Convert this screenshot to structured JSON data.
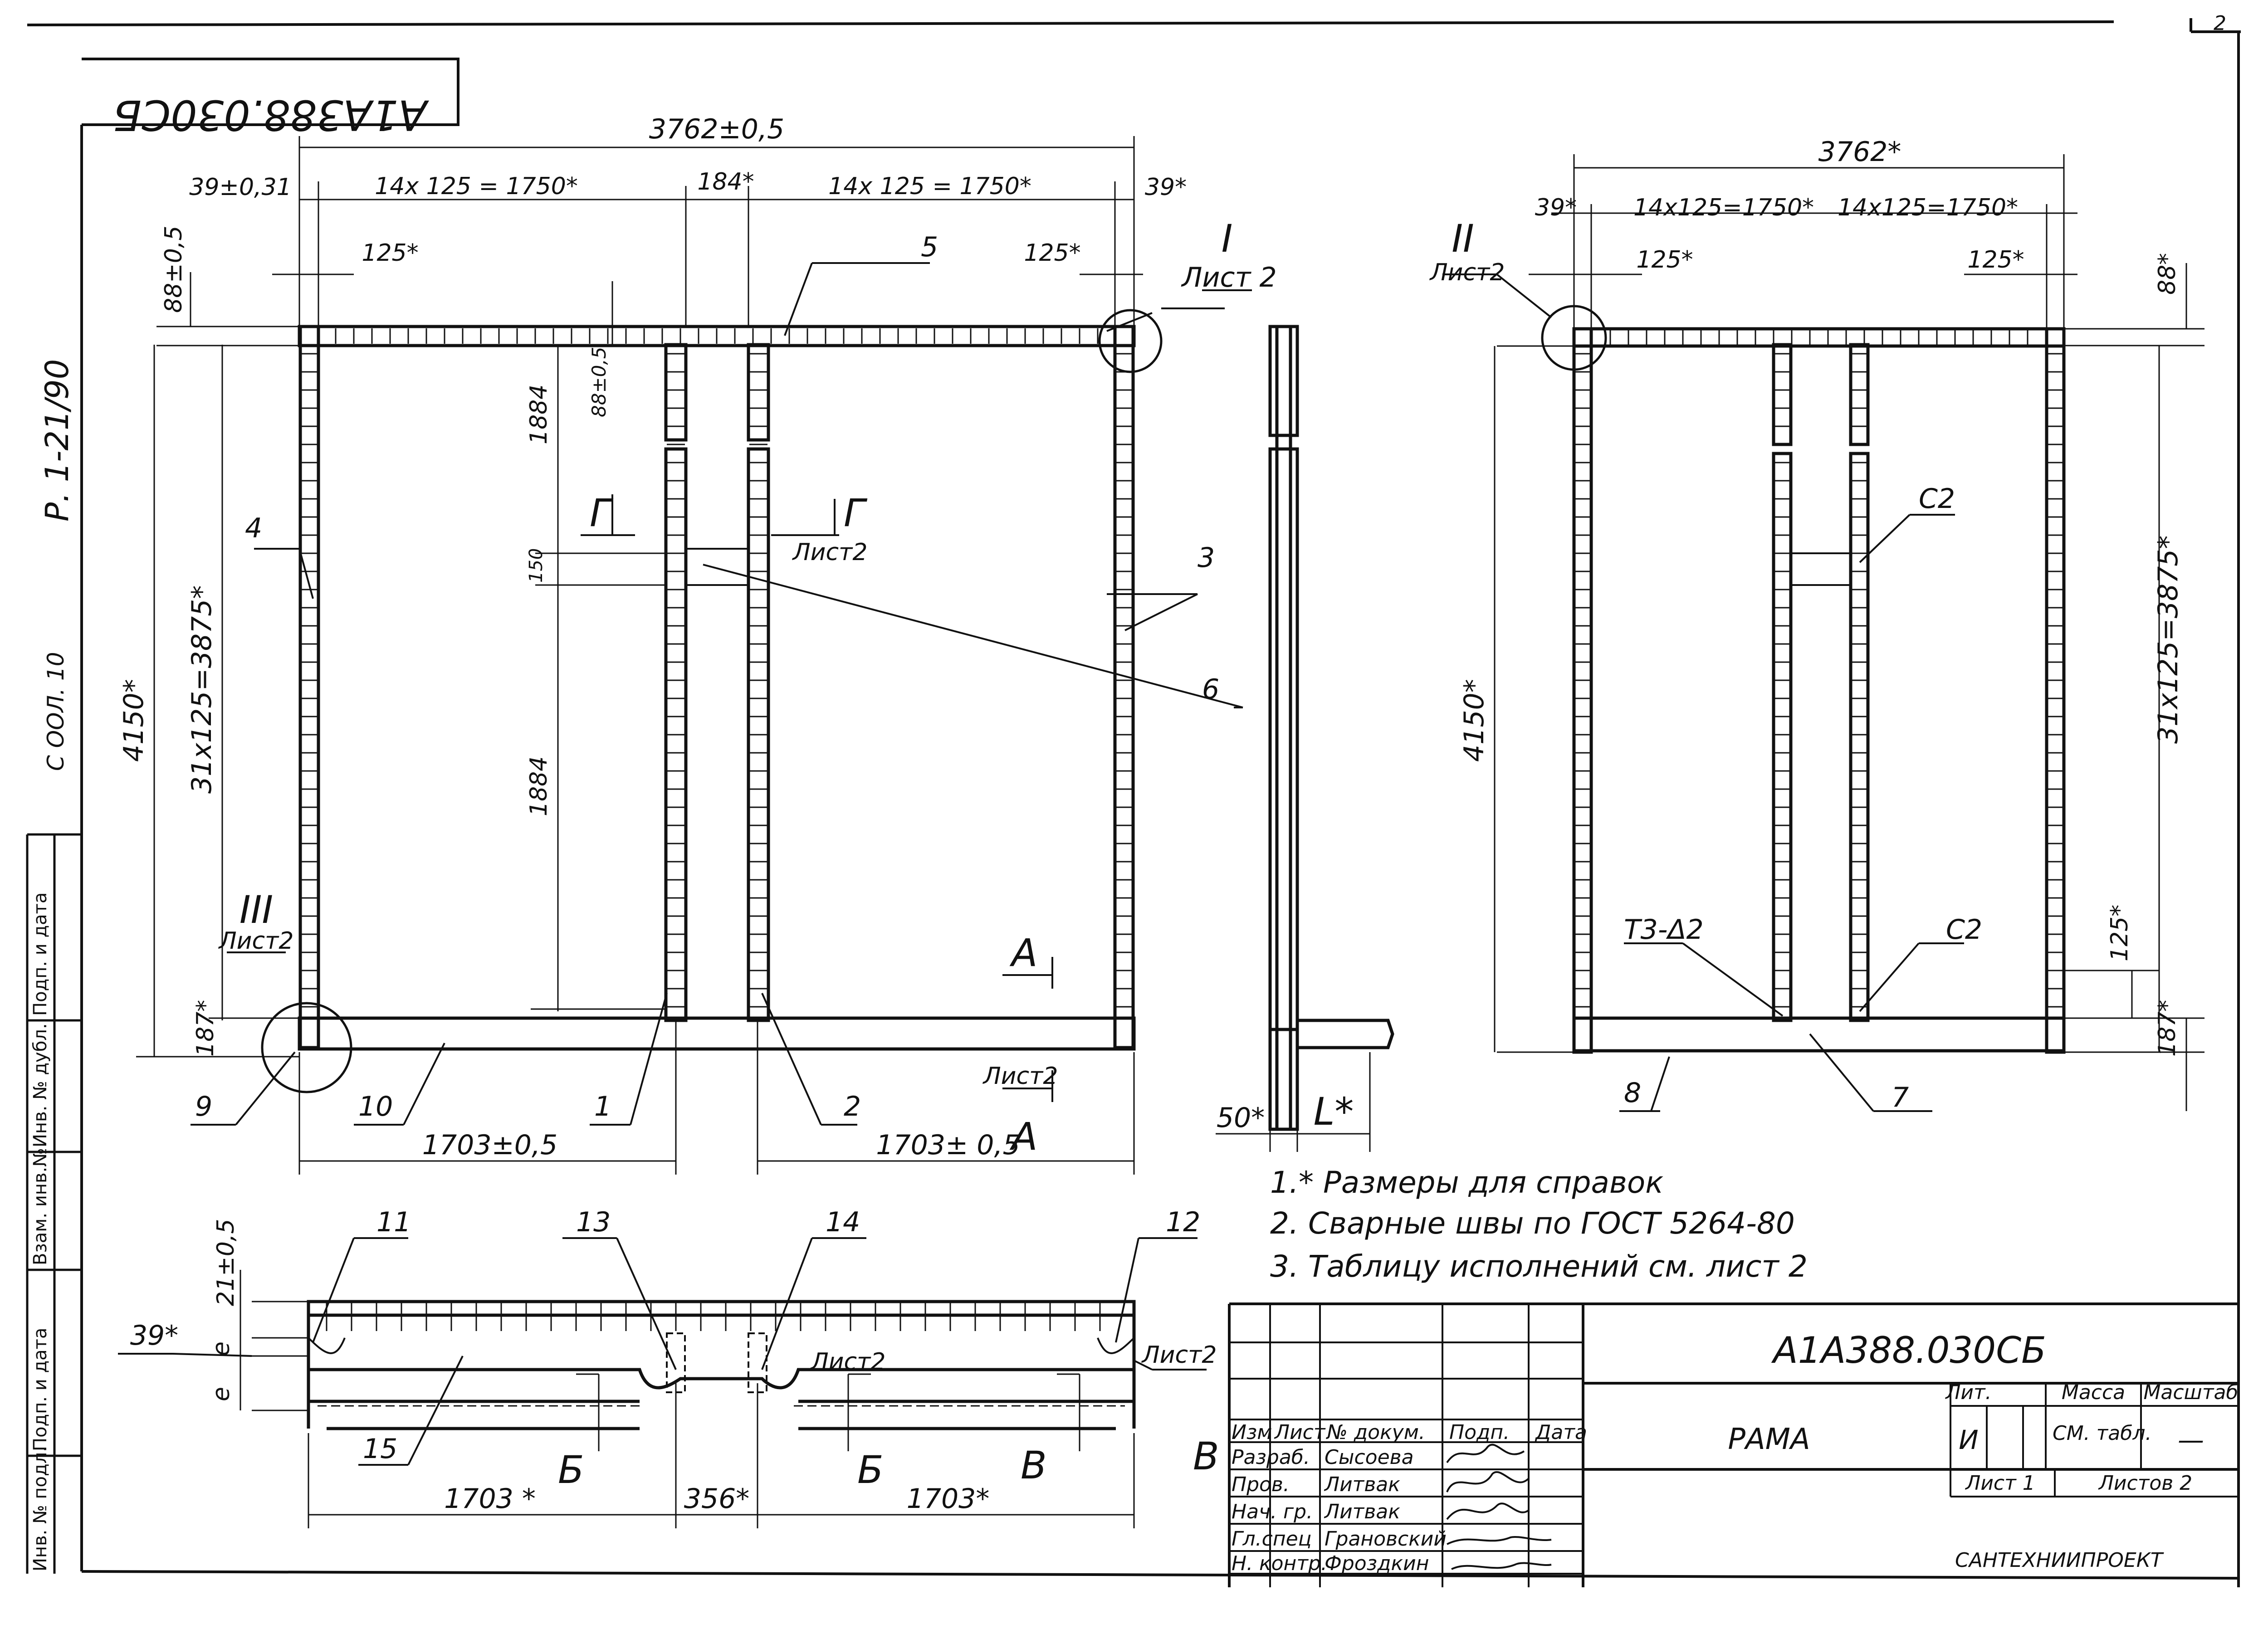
{
  "drawing": {
    "code": "А1А388.030СБ",
    "code_rotated": "А1А388.030СБ",
    "sheet_no": "2",
    "side_ref": "Р. 1-21/90",
    "side_fragment": "С ООЛ. 10"
  },
  "left_stamp_fields": [
    "Подп. и дата",
    "Инв. № дубл.",
    "Взам. инв.№",
    "Подп. и дата",
    "Инв. № подл."
  ],
  "front_view": {
    "dims": {
      "overall": "3762±0,5",
      "left_edge": "39±0,31",
      "left_span": "14х 125 = 1750*",
      "center": "184*",
      "right_span": "14х 125 = 1750*",
      "right_edge": "39*",
      "pitch_left": "125*",
      "pitch_right": "125*",
      "top_offset": "88±0,5",
      "mid_offset": "88±0,5",
      "height_total": "4150*",
      "height_pitch": "31х125=3875*",
      "upper": "1884",
      "gap": "150",
      "lower": "1884",
      "bottom_offset": "187*",
      "bottom_left": "1703±0,5",
      "bottom_right": "1703± 0,5"
    },
    "callouts": {
      "c1": "1",
      "c2": "2",
      "c3": "3",
      "c4": "4",
      "c5": "5",
      "c6": "6",
      "c9": "9",
      "c10": "10"
    },
    "detail_I": "I",
    "detail_I_sheet": "Лист 2",
    "detail_III": "III",
    "detail_III_sheet": "Лист2",
    "section_G": "Г",
    "section_G_sheet": "Лист2",
    "section_A": "А",
    "section_A2": "А",
    "section_A_sheet": "Лист2"
  },
  "side_view": {
    "dim_50": "50*",
    "dim_L": "L*"
  },
  "rear_view": {
    "dims": {
      "overall": "3762*",
      "left_edge": "39*",
      "span": "14х125=1750*",
      "pitch_left": "125*",
      "pitch_right": "125*",
      "top_offset": "88*",
      "height_total": "4150*",
      "height_pitch": "31х125=3875*",
      "pitch_low": "125*",
      "bottom_offset": "187*"
    },
    "detail_II": "II",
    "detail_II_sheet": "Лист2",
    "c2a": "С2",
    "c2b": "С2",
    "weld": "Т3-Δ2",
    "c7": "7",
    "c8": "8"
  },
  "plan_view": {
    "dims": {
      "height": "21±0,5",
      "edge": "39*",
      "e1": "е",
      "e2": "е",
      "left": "1703 *",
      "center": "356*",
      "right": "1703*"
    },
    "callouts": {
      "c11": "11",
      "c12": "12",
      "c13": "13",
      "c14": "14",
      "c15": "15"
    },
    "sheet_ref_1": "Лист2",
    "sheet_ref_2": "Лист2",
    "section_B1": "Б",
    "section_B2": "Б",
    "section_V": "В",
    "section_V2": "В"
  },
  "notes": [
    "1.* Размеры для справок",
    "2. Сварные швы по ГОСТ 5264-80",
    "3. Таблицу исполнений см. лист 2"
  ],
  "title_block": {
    "code": "А1А388.030СБ",
    "name": "РАМА",
    "headers": [
      "Изм",
      "Лист",
      "№ докум.",
      "Подп.",
      "Дата"
    ],
    "rows": [
      {
        "role": "Разраб.",
        "name": "Сысоева"
      },
      {
        "role": "Пров.",
        "name": "Литвак"
      },
      {
        "role": "Нач. гр.",
        "name": "Литвак"
      },
      {
        "role": "Гл.спец",
        "name": "Грановский"
      },
      {
        "role": "Н. контр.",
        "name": "Фроздкин"
      }
    ],
    "lit_label": "Лит.",
    "mass_label": "Масса",
    "scale_label": "Масштаб",
    "lit_value": "И",
    "mass_value": "СМ. табл.",
    "scale_value": "—",
    "sheet_label": "Лист 1",
    "sheets_label": "Листов 2",
    "org": "САНТЕХНИИПРОЕКТ"
  }
}
